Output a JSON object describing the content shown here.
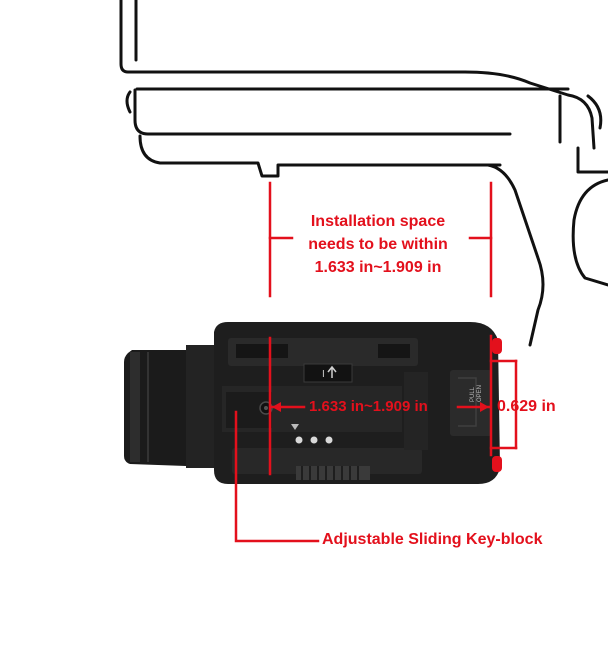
{
  "annotations": {
    "install_space": {
      "line1": "Installation space",
      "line2": "needs to be within",
      "line3": "1.633 in~1.909 in"
    },
    "range_on_light": "1.633 in~1.909 in",
    "light_height": "0.629 in",
    "keyblock": "Adjustable Sliding Key-block"
  },
  "device_marking": {
    "switch_text": "PULL OPEN"
  },
  "colors": {
    "annotation": "#e3101c",
    "light_body": "#1e1e1e",
    "outline": "#111111"
  }
}
